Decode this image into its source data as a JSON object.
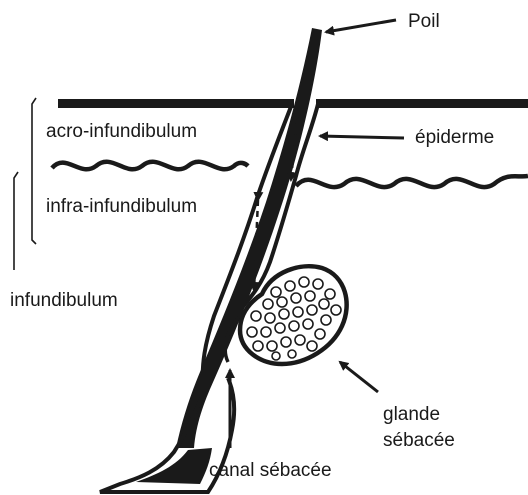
{
  "labels": {
    "poil": "Poil",
    "acro_infundibulum": "acro-infundibulum",
    "epiderme": "épiderme",
    "infra_infundibulum": "infra-infundibulum",
    "infundibulum": "infundibulum",
    "glande_line1": "glande",
    "glande_line2": "sébacée",
    "canal_sebacee": "canal sébacée"
  },
  "colors": {
    "ink": "#1a1a1a",
    "background": "#ffffff"
  }
}
